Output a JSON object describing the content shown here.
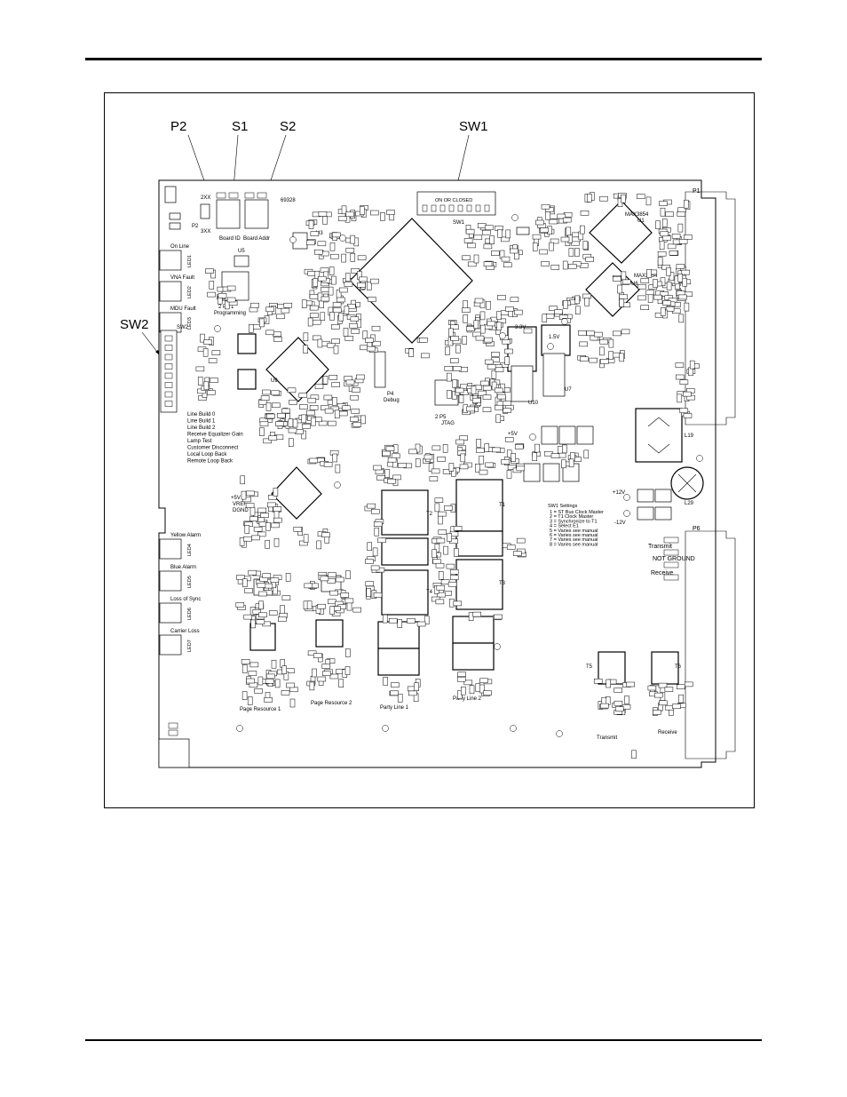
{
  "callouts": {
    "p2": "P2",
    "s1": "S1",
    "s2": "S2",
    "sw1": "SW1",
    "sw2": "SW2"
  },
  "board": {
    "part_number": "69328",
    "top_labels": {
      "p2_setting": "2XX",
      "p2_default": "3XX",
      "p2_name": "P2",
      "board_id": "Board ID",
      "board_addr": "Board Addr"
    },
    "switch_header": "ON OR CLOSED",
    "sw1_name": "SW1",
    "sw2_name": "SW2",
    "leds": [
      {
        "label": "On Line",
        "ref": "LED1"
      },
      {
        "label": "VNA Fault",
        "ref": "LED2"
      },
      {
        "label": "MDU Fault",
        "ref": "LED3"
      },
      {
        "label": "Yellow Alarm",
        "ref": "LED4"
      },
      {
        "label": "Blue Alarm",
        "ref": "LED5"
      },
      {
        "label": "Loss of Sync",
        "ref": "LED6"
      },
      {
        "label": "Carrier Loss",
        "ref": "LED7"
      }
    ],
    "sw2_legend": [
      "Line Build 0",
      "Line Build 1",
      "Line Build 2",
      "Receive Equalizer Gain",
      "Lamp Test",
      "Customer Disconnect",
      "Local Loop Back",
      "Remote Loop Back"
    ],
    "sw1_settings_title": "SW1 Settings",
    "sw1_settings": [
      "1 = ST Bus Clock Master",
      "2 = T1 Clock Master",
      "3 = Synchronize to T1",
      "4 = Select E1",
      "5 = Varies see manual",
      "6 = Varies see manual",
      "7 = Varies see manual",
      "8 = Varies see manual"
    ],
    "programming": {
      "pins": "2  P3  1",
      "name": "Programming"
    },
    "debug": {
      "name": "P4",
      "label": "Debug"
    },
    "jtag": {
      "pins": "2  P5",
      "label": "JTAG"
    },
    "chips": {
      "u1": "U1",
      "u1_part": "MAX3854",
      "u6": "U6",
      "u6_part": "MAX3854",
      "u2": "U2",
      "u3": "U3",
      "u5": "U5",
      "u9": "U9",
      "u15": "U15",
      "u7": "U7",
      "u10": "U10"
    },
    "power": {
      "v5": "+5V",
      "vref": "VREF",
      "dgnd": "DGND",
      "p12": "+12V",
      "m12": "-12V",
      "p5v": "+5V",
      "v33": "3.3V",
      "v15": "1.5V"
    },
    "transformers": [
      "T1",
      "T2",
      "T3",
      "T4",
      "T5",
      "T6"
    ],
    "inductors": {
      "l19": "L19",
      "l29": "L29"
    },
    "groups": [
      "Page Resource 1",
      "Page Resource 2",
      "Party Line 1",
      "Party Line 2"
    ],
    "transmit_bottom": "Transmit",
    "receive_bottom": "Receive",
    "p6": {
      "name": "P6",
      "transmit": "Transmit",
      "not_ground": "NOT GROUND",
      "receive": "Receive"
    },
    "p1": "P1"
  }
}
